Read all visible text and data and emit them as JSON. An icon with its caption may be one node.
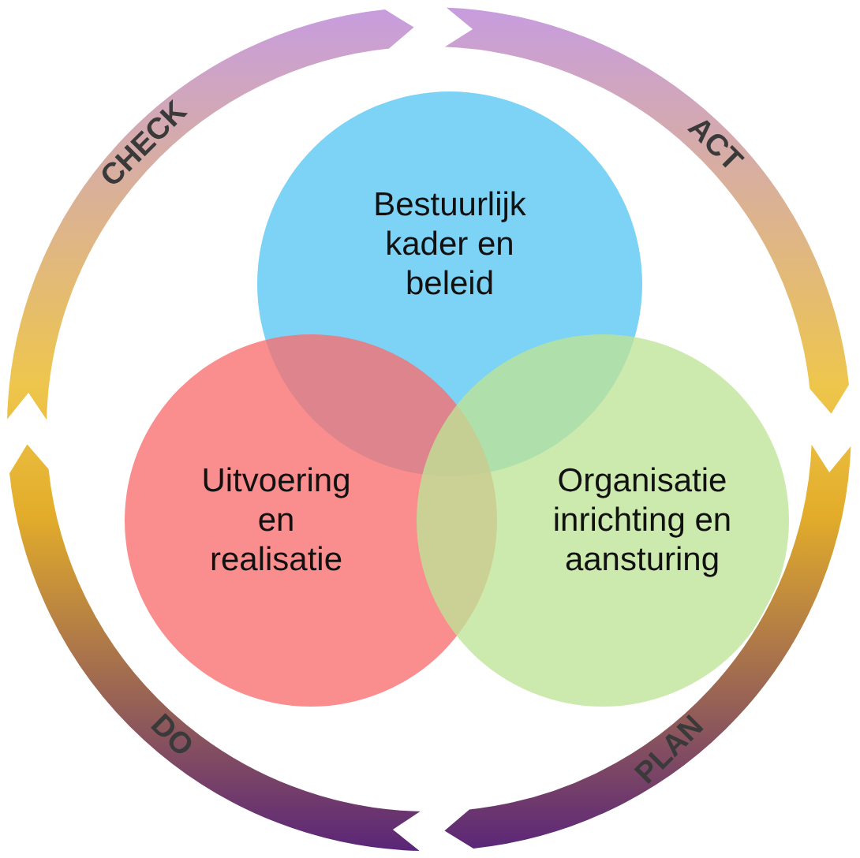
{
  "diagram": {
    "nodes": [
      {
        "text": [
          "Bestuurlijk kader en beleid"
        ]
      },
      {
        "text": [
          "Uitvoering en realisatie"
        ]
      },
      {
        "text": [
          "Organisatie inrichting en aansturing"
        ]
      },
      {
        "text": [
          "CHECK"
        ]
      },
      {
        "text": [
          "ACT"
        ]
      },
      {
        "text": [
          "DO"
        ]
      },
      {
        "text": [
          "PLAN"
        ]
      }
    ]
  }
}
